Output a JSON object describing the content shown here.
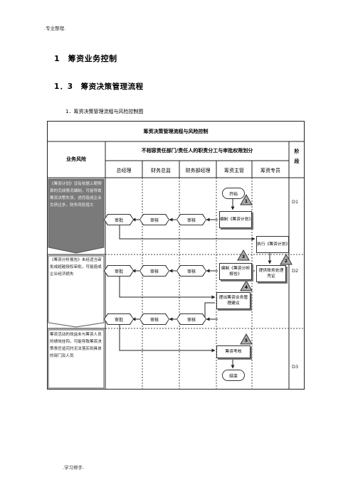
{
  "page": {
    "header_note": ".专业整理.",
    "footer_note": ".学习帮手.",
    "h1": "1　筹资业务控制",
    "h2": "1．3　筹资决策管理流程",
    "h3": "1．筹资决策管理流程与风险控制图"
  },
  "table": {
    "title": "筹资决策管理流程与风险控制",
    "risk_header": "业务风险",
    "division_header": "不相容责任部门/责任人的职责分工与审批权限划分",
    "stage_header": "阶段",
    "roles": [
      "总经理",
      "财务总监",
      "财务部经理",
      "筹资主管",
      "筹资专员"
    ],
    "risks": [
      "《筹资计划》没有依据上期预算的完成情况编制，可能导致筹资决策失误，进而造成企业负债过多，财务风险增大",
      "《筹资分析报告》未经适当审批或超越授权审批，可能造成企业经济损失",
      "筹资活动的效益未与筹资人员的绩效挂钩，可能导致筹资决策责任追究时无法落实到具体的部门及人员"
    ],
    "stages": [
      "D1",
      "D2",
      "D3"
    ]
  },
  "flow": {
    "start": "开始",
    "end": "结束",
    "approve": "审批",
    "review": "审核",
    "step1": "编制《筹资计划》",
    "step_exec": "执行《筹资计划》",
    "step2": "提供账务处理凭证",
    "step3": "编制《筹资分析报告》",
    "step4": "提出筹资业务管理建议",
    "step5": "筹资考核",
    "badges": [
      "1",
      "2",
      "3",
      "4",
      "5"
    ]
  }
}
